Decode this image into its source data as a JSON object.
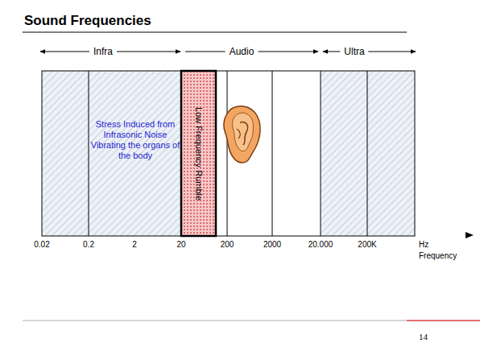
{
  "diagram": {
    "title": "Sound Frequencies",
    "nodes": [
      {
        "text": [
          "Stress Induced from Infrasonic Noise Vibrating the organs of the body"
        ]
      },
      {
        "text": [
          "Low Frequency Rumble"
        ]
      }
    ],
    "labels": [
      "Infra",
      "Audio",
      "Ultra",
      "0.02",
      "0.2",
      "2",
      "20",
      "200",
      "2000",
      "20.000",
      "200K",
      "Hz",
      "Frequency",
      "14"
    ]
  }
}
